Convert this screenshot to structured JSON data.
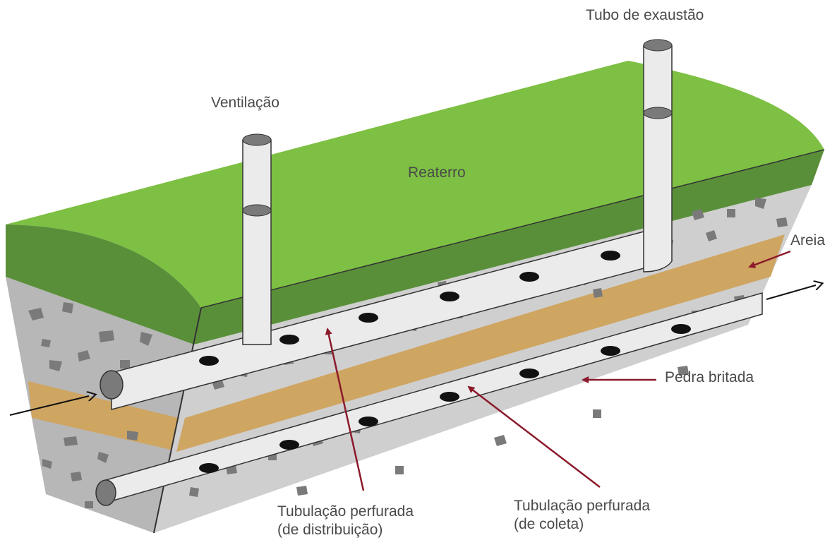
{
  "labels": {
    "exhaust_pipe": "Tubo de exaustão",
    "ventilation": "Ventilação",
    "backfill": "Reaterro",
    "sand": "Areia",
    "crushed_stone": "Pedra britada",
    "distribution_pipe_line1": "Tubulação perfurada",
    "distribution_pipe_line2": "(de distribuição)",
    "collection_pipe_line1": "Tubulação perfurada",
    "collection_pipe_line2": "(de coleta)"
  },
  "colors": {
    "grass_top": "#7dc043",
    "grass_side": "#5a8f3a",
    "gravel": "#cfcfcf",
    "gravel_side": "#b7b7b7",
    "stone": "#7a7a7a",
    "sand": "#cfa562",
    "pipe": "#ebebeb",
    "pipe_cap": "#7a7a7a",
    "hole": "#111111",
    "pointer": "#8b1a2b",
    "flow_arrow": "#111111"
  }
}
